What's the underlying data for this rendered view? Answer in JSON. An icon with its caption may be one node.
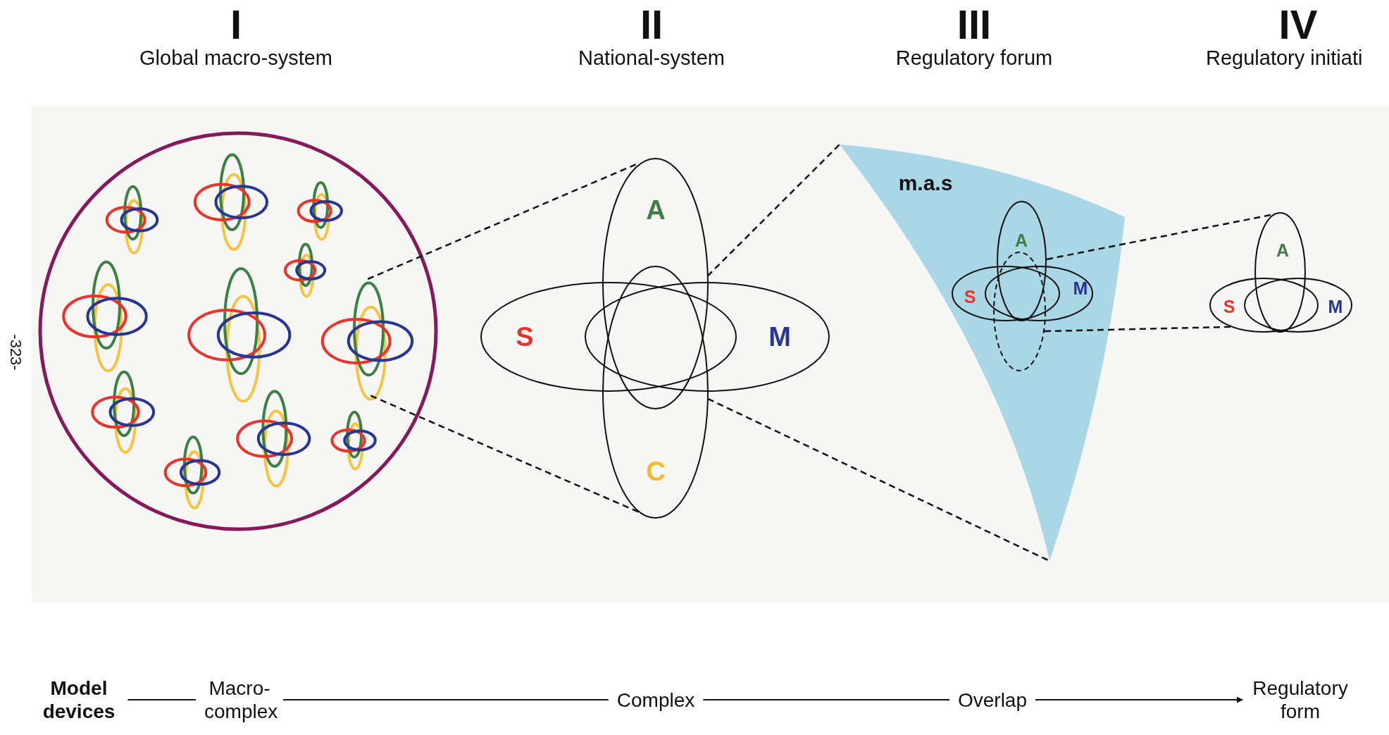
{
  "diagram": {
    "nodes": [
      {
        "text": [],
        "shape": "circle"
      },
      {
        "text": [],
        "shape": "picture",
        "in": 0
      },
      {
        "text": [
          "A"
        ]
      },
      {
        "text": [
          "S"
        ]
      },
      {
        "text": [
          "M"
        ]
      },
      {
        "text": [
          "C"
        ]
      },
      {
        "text": [
          "m.a.s"
        ]
      },
      {
        "text": [
          "A"
        ],
        "in": 6
      },
      {
        "text": [
          "S"
        ],
        "in": 6
      },
      {
        "text": [
          "M"
        ],
        "in": 6
      },
      {
        "text": [],
        "shape": "ellipse",
        "in": 6
      },
      {
        "text": [
          "A"
        ]
      },
      {
        "text": [
          "S"
        ]
      },
      {
        "text": [
          "M"
        ]
      },
      {
        "text": [
          "Model devices"
        ]
      },
      {
        "text": [
          "Macro- complex"
        ]
      },
      {
        "text": [
          "Complex"
        ]
      },
      {
        "text": [
          "Overlap"
        ]
      },
      {
        "text": [
          "Regulatory form"
        ]
      }
    ],
    "edges": [
      {
        "from": 1,
        "to": 2,
        "arrow": "none",
        "style": "dashed"
      },
      {
        "from": 1,
        "to": 5,
        "arrow": "none",
        "style": "dashed"
      },
      {
        "from": 2,
        "to": 6,
        "arrow": "none",
        "style": "dashed"
      },
      {
        "from": 5,
        "to": 6,
        "arrow": "none",
        "style": "dashed"
      },
      {
        "from": 7,
        "to": 11,
        "arrow": "none",
        "style": "dashed"
      },
      {
        "from": 10,
        "to": 12,
        "arrow": "none",
        "style": "dashed"
      },
      {
        "from": 14,
        "to": 15,
        "arrow": "none"
      },
      {
        "from": 15,
        "to": 16,
        "arrow": "none"
      },
      {
        "from": 16,
        "to": 17,
        "arrow": "none"
      },
      {
        "from": 17,
        "to": 18,
        "arrow": "to"
      }
    ],
    "labels": [
      "I",
      "Global macro-system",
      "II",
      "National-system",
      "III",
      "Regulatory forum",
      "IV",
      "Regulatory initiati",
      "-323-"
    ]
  }
}
